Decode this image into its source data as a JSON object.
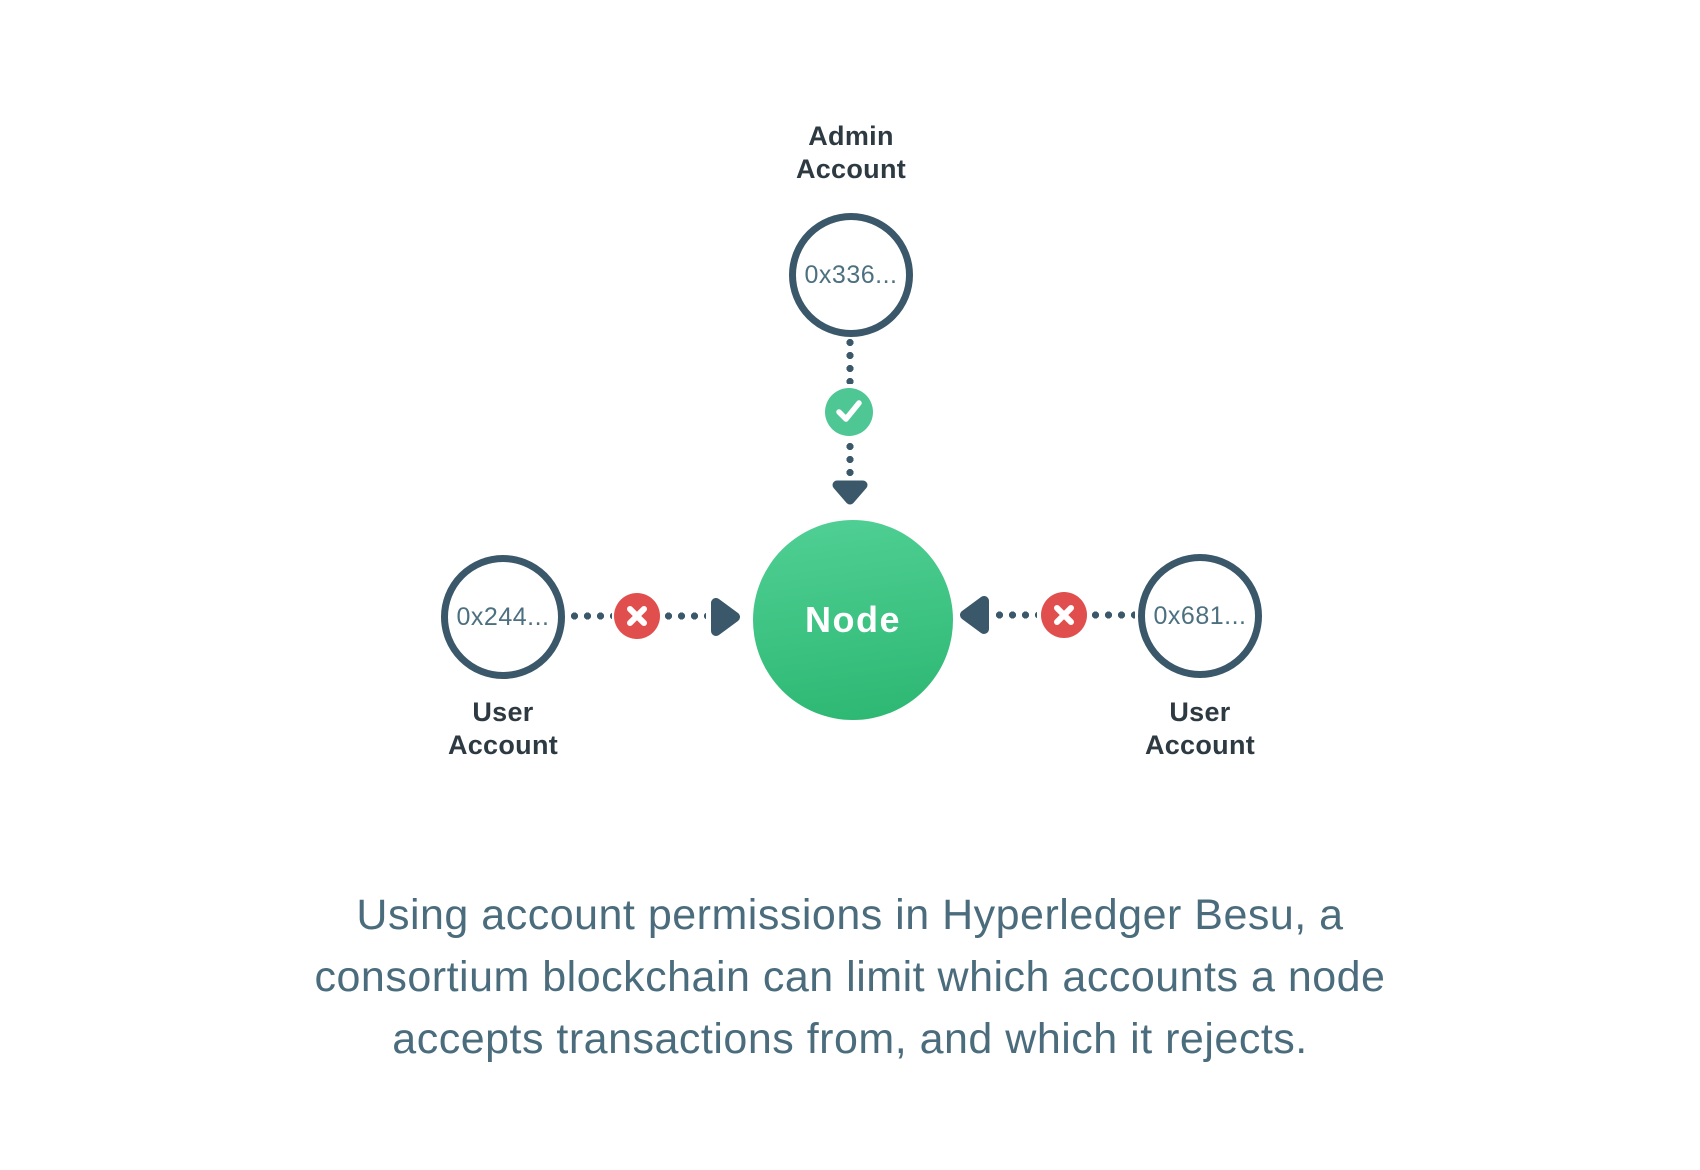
{
  "diagram": {
    "admin": {
      "label": "Admin Account",
      "address": "0x336..."
    },
    "node_label": "Node",
    "user_left": {
      "label": "User Account",
      "address": "0x244..."
    },
    "user_right": {
      "label": "User Account",
      "address": "0x681..."
    },
    "icons": {
      "allow": "check-icon",
      "deny": "x-icon",
      "arrows": [
        "arrowhead-down-icon",
        "arrowhead-right-icon",
        "arrowhead-left-icon"
      ]
    }
  },
  "caption": {
    "lines": [
      "Using account permissions in Hyperledger Besu, a",
      "consortium blockchain can limit which accounts a node",
      "accepts transactions from, and which it rejects."
    ]
  },
  "colors": {
    "slate_outline": "#3a586a",
    "label_dark": "#2e3a42",
    "address_text": "#4d7080",
    "caption_text": "#4a6c7c",
    "allow_green": "#4ec795",
    "node_gradient_top": "#51d095",
    "node_gradient_bottom": "#2db873",
    "deny_red": "#e04f4d",
    "background": "#ffffff"
  }
}
